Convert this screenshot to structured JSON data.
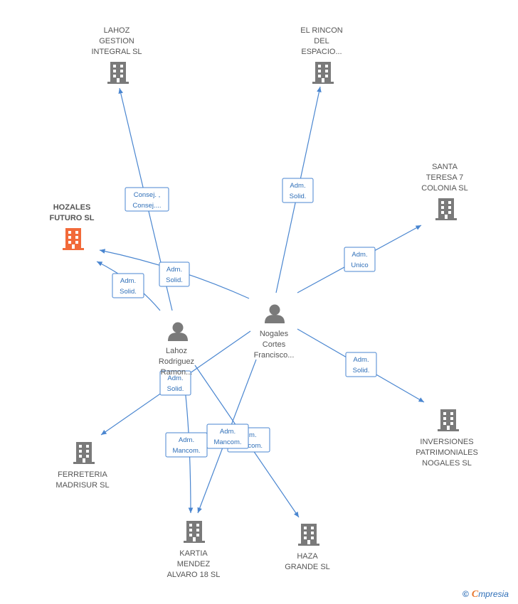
{
  "colors": {
    "edge": "#4a86d0",
    "company": "#7a7a7a",
    "focus_company": "#f26a3a",
    "person": "#7a7a7a"
  },
  "nodes": {
    "lahoz_gestion": {
      "lines": [
        "LAHOZ",
        "GESTION",
        "INTEGRAL  SL"
      ],
      "icon": "building-icon"
    },
    "el_rincon": {
      "lines": [
        "EL RINCON",
        "DEL",
        "ESPACIO..."
      ],
      "icon": "building-icon"
    },
    "santa_teresa": {
      "lines": [
        "SANTA",
        "TERESA 7",
        "COLONIA  SL"
      ],
      "icon": "building-icon"
    },
    "hozales": {
      "lines": [
        "HOZALES",
        "FUTURO  SL"
      ],
      "icon": "building-icon"
    },
    "nogales": {
      "lines": [
        "Nogales",
        "Cortes",
        "Francisco..."
      ],
      "icon": "person-icon"
    },
    "lahoz_rodriguez": {
      "lines": [
        "Lahoz",
        "Rodriguez",
        "Ramon..."
      ],
      "icon": "person-icon"
    },
    "inversiones": {
      "lines": [
        "INVERSIONES",
        "PATRIMONIALES",
        "NOGALES  SL"
      ],
      "icon": "building-icon"
    },
    "ferreteria": {
      "lines": [
        "FERRETERIA",
        "MADRISUR  SL"
      ],
      "icon": "building-icon"
    },
    "kartia": {
      "lines": [
        "KARTIA",
        "MENDEZ",
        "ALVARO 18  SL"
      ],
      "icon": "building-icon"
    },
    "haza": {
      "lines": [
        "HAZA",
        "GRANDE SL"
      ],
      "icon": "building-icon"
    }
  },
  "relations": {
    "consej": [
      "Consej. ,",
      "Consej...."
    ],
    "adm_solid_1": [
      "Adm.",
      "Solid."
    ],
    "adm_solid_2": [
      "Adm.",
      "Solid."
    ],
    "adm_solid_3": [
      "Adm.",
      "Solid."
    ],
    "adm_solid_4": [
      "Adm.",
      "Solid."
    ],
    "adm_solid_5": [
      "Adm.",
      "Solid."
    ],
    "adm_unico": [
      "Adm.",
      "Unico"
    ],
    "adm_mancom_1": [
      "Adm.",
      "Mancom."
    ],
    "adm_mancom_2": [
      "Adm.",
      "Mancom."
    ],
    "adm_mancom_3": [
      "Adm.",
      "Mancom."
    ]
  },
  "watermark": {
    "copyright": "©",
    "brand_initial": "C",
    "brand_rest": "mpresia"
  }
}
